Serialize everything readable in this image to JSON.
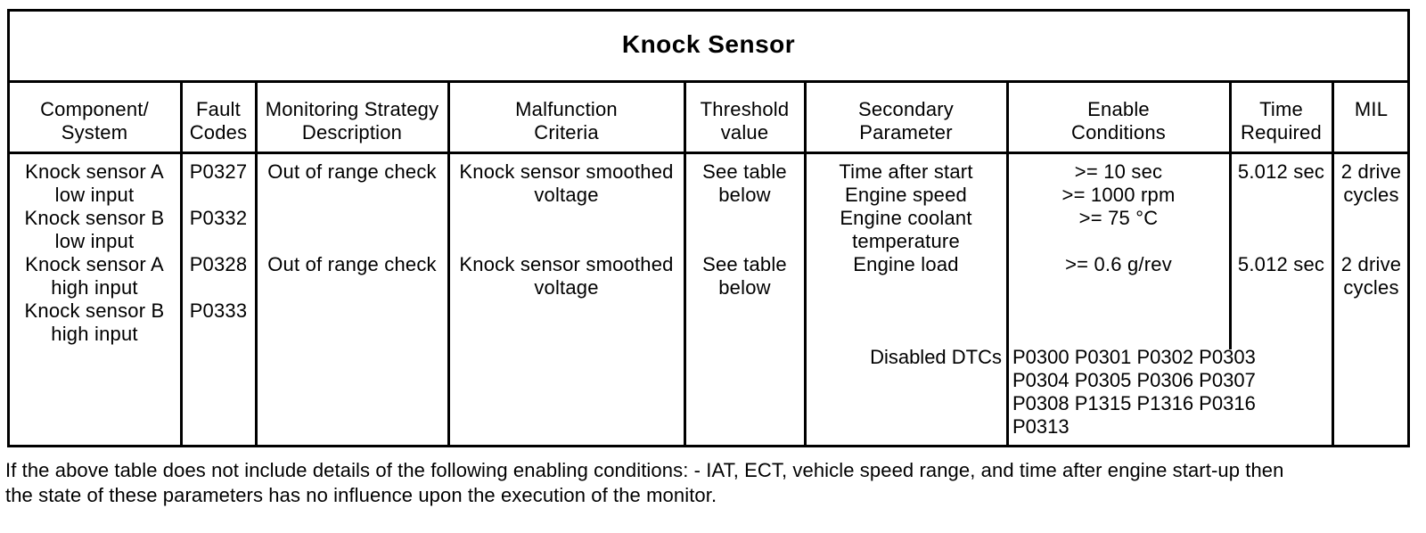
{
  "title": "Knock Sensor",
  "colors": {
    "ink": "#000000",
    "paper": "#ffffff"
  },
  "columns": [
    {
      "header": [
        "Component/",
        "System"
      ],
      "lines": [
        "Knock sensor A",
        "low input",
        "Knock sensor B",
        "low input",
        "Knock sensor A",
        "high input",
        "Knock sensor B",
        "high input"
      ]
    },
    {
      "header": [
        "Fault",
        "Codes"
      ],
      "lines": [
        "P0327",
        "",
        "P0332",
        "",
        "P0328",
        "",
        "P0333"
      ]
    },
    {
      "header": [
        "Monitoring Strategy",
        "Description"
      ],
      "lines": [
        "Out of range check",
        "",
        "",
        "",
        "Out of range check"
      ]
    },
    {
      "header": [
        "Malfunction",
        "Criteria"
      ],
      "lines": [
        "Knock sensor smoothed",
        "voltage",
        "",
        "",
        "Knock sensor smoothed",
        "voltage"
      ]
    },
    {
      "header": [
        "Threshold",
        "value"
      ],
      "lines": [
        "See table",
        "below",
        "",
        "",
        "See table",
        "below"
      ]
    },
    {
      "header": [
        "Secondary",
        "Parameter"
      ],
      "lines": [
        "Time after start",
        "Engine speed",
        "Engine coolant",
        "temperature",
        "Engine load"
      ]
    },
    {
      "header": [
        "Enable",
        "Conditions"
      ],
      "lines": [
        ">= 10 sec",
        ">= 1000 rpm",
        ">= 75 °C",
        "",
        ">= 0.6 g/rev"
      ]
    },
    {
      "header": [
        "Time",
        "Required"
      ],
      "lines": [
        "5.012 sec",
        "",
        "",
        "",
        "5.012 sec"
      ]
    },
    {
      "header": [
        "MIL"
      ],
      "lines": [
        "2 drive",
        "cycles",
        "",
        "",
        "2 drive",
        "cycles"
      ]
    }
  ],
  "disabled_dtcs": {
    "label": "Disabled DTCs",
    "codes": [
      "P0300 P0301 P0302 P0303",
      "P0304 P0305 P0306 P0307",
      "P0308 P1315 P1316 P0316",
      "P0313"
    ]
  },
  "footnote": [
    "If the above table does not include details of the following enabling conditions: - IAT, ECT, vehicle speed range, and time after engine start-up then",
    "the state of these parameters has no influence upon the execution of the monitor."
  ]
}
